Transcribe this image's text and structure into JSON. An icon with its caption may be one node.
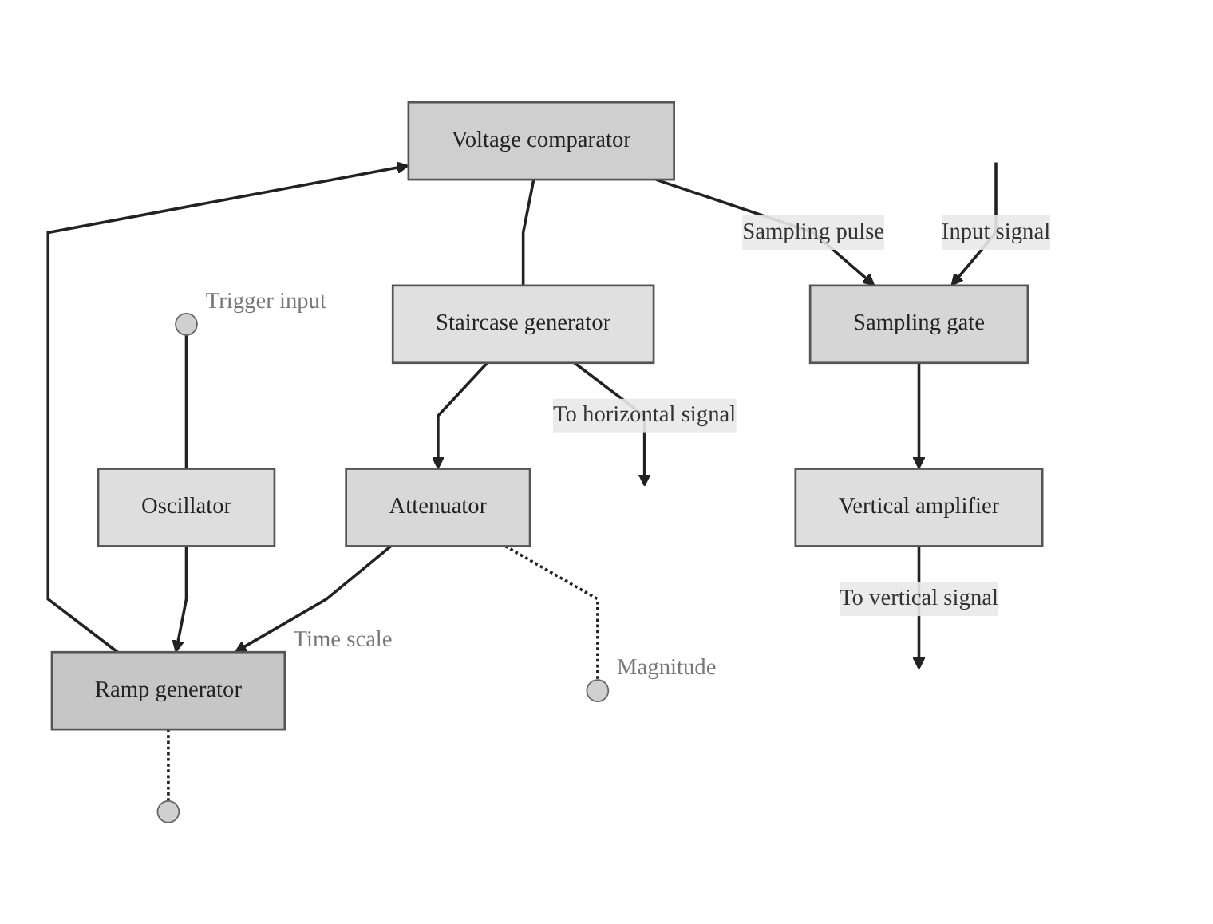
{
  "diagram": {
    "nodes": [
      {
        "text": [
          "Sampling gate"
        ]
      },
      {
        "text": [
          "Vertical amplifier"
        ]
      },
      {
        "text": [
          "Voltage comparator"
        ]
      },
      {
        "text": [
          "Staircase generator"
        ]
      },
      {
        "text": [
          "Ramp generator"
        ],
        "beside": [
          "Time scale"
        ]
      },
      {
        "text": [
          "Attenuator"
        ]
      },
      {
        "text": [
          "Oscillator"
        ]
      },
      {
        "text": [],
        "shape": "circle",
        "beside": [
          "Trigger input"
        ]
      },
      {
        "text": [],
        "shape": "circle"
      },
      {
        "text": [],
        "shape": "circle",
        "beside": [
          "Magnitude"
        ]
      }
    ],
    "edges": [
      {
        "from": null,
        "to": 0,
        "arrow": "to",
        "label": "Input signal"
      },
      {
        "from": 0,
        "to": 1,
        "arrow": "to"
      },
      {
        "from": 1,
        "to": null,
        "arrow": "to",
        "label": "To vertical signal"
      },
      {
        "from": 2,
        "to": 0,
        "arrow": "to",
        "label": "Sampling pulse"
      },
      {
        "from": 2,
        "to": 3,
        "arrow": "none"
      },
      {
        "from": 3,
        "to": null,
        "arrow": "to",
        "label": "To horizontal signal"
      },
      {
        "from": 3,
        "to": 5,
        "arrow": "to"
      },
      {
        "from": 5,
        "to": 4,
        "arrow": "to"
      },
      {
        "from": 4,
        "to": 2,
        "arrow": "to"
      },
      {
        "from": 6,
        "to": 4,
        "arrow": "to"
      },
      {
        "from": 7,
        "to": 6,
        "arrow": "none"
      },
      {
        "from": 4,
        "to": 8,
        "arrow": "none",
        "style": "dashed"
      },
      {
        "from": 5,
        "to": 9,
        "arrow": "none",
        "style": "dashed"
      }
    ]
  }
}
